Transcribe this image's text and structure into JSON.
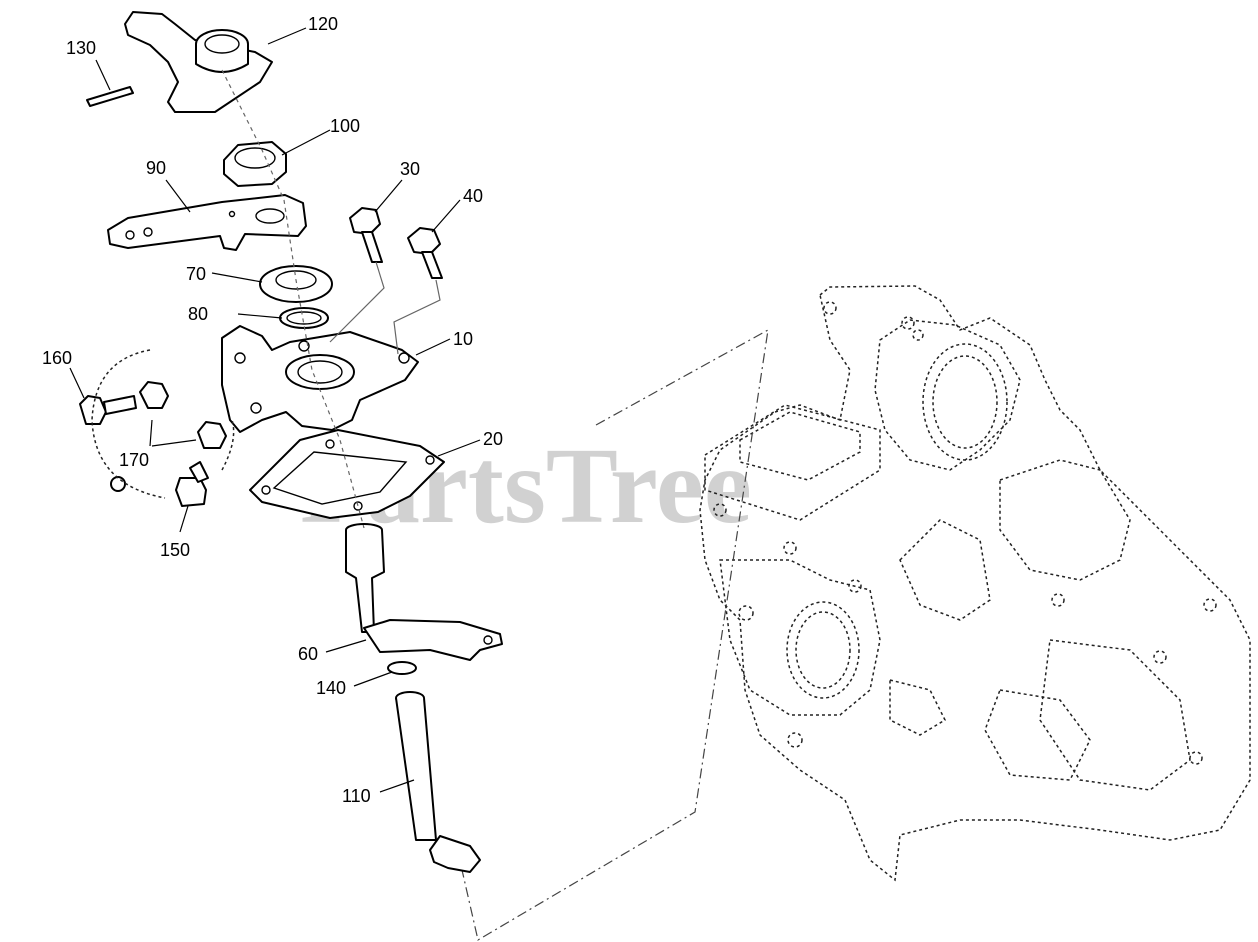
{
  "watermark": "PartsTree",
  "callouts": {
    "c120": "120",
    "c130": "130",
    "c100": "100",
    "c90": "90",
    "c30": "30",
    "c40": "40",
    "c70": "70",
    "c80": "80",
    "c10": "10",
    "c160": "160",
    "c20": "20",
    "c170": "170",
    "c150": "150",
    "c60": "60",
    "c140": "140",
    "c110": "110"
  }
}
